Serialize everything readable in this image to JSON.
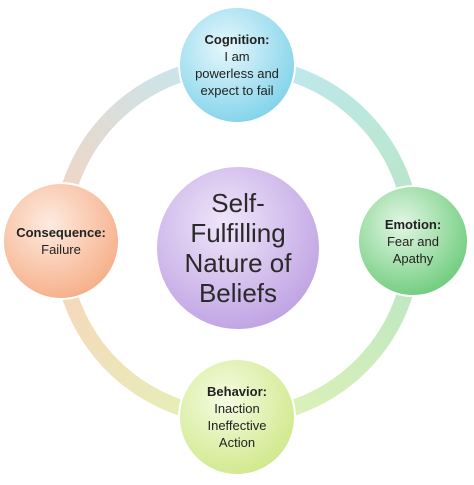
{
  "diagram": {
    "center": {
      "lines": [
        "Self-",
        "Fulfilling",
        "Nature of",
        "Beliefs"
      ]
    },
    "nodes": {
      "cognition": {
        "heading": "Cognition:",
        "lines": [
          "I am",
          "powerless and",
          "expect to fail"
        ]
      },
      "emotion": {
        "heading": "Emotion:",
        "lines": [
          "Fear and",
          "Apathy"
        ]
      },
      "behavior": {
        "heading": "Behavior:",
        "lines": [
          "Inaction",
          "Ineffective",
          "Action"
        ]
      },
      "consequence": {
        "heading": "Consequence:",
        "lines": [
          "Failure"
        ]
      }
    }
  },
  "colors": {
    "cognition": "#7fd2ea",
    "emotion": "#7fd08a",
    "behavior": "#d2ea8c",
    "consequence": "#f7b490",
    "center": "#c6a8e6"
  }
}
